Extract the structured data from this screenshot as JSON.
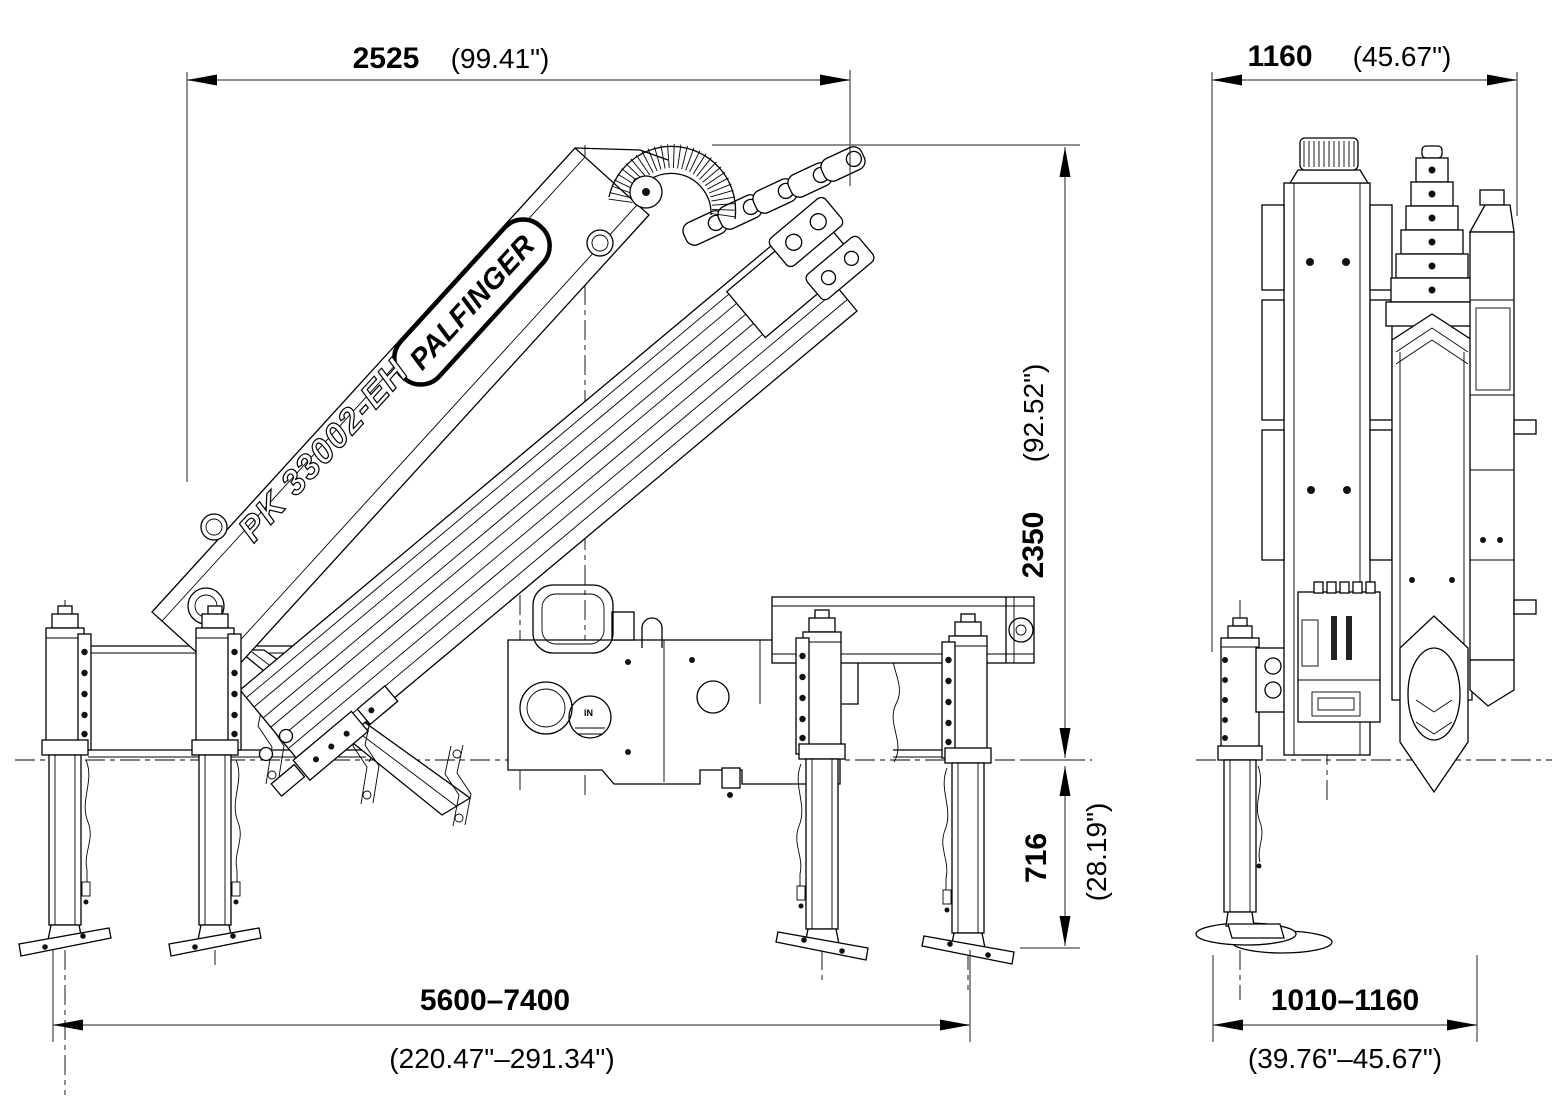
{
  "drawing": {
    "brand_logo": "PALFINGER",
    "model": "PK 33002-EH",
    "port_label": "IN",
    "dims": {
      "boom_overhang": {
        "mm": "2525",
        "in": "(99.41\")"
      },
      "rear_width": {
        "mm": "1160",
        "in": "(45.67\")"
      },
      "height_above_frame": {
        "mm": "2350",
        "in": "(92.52\")"
      },
      "frame_to_ground": {
        "mm": "716",
        "in": "(28.19\")"
      },
      "outrigger_spread_side": {
        "mm": "5600–7400",
        "in": "(220.47\"–291.34\")"
      },
      "outrigger_spread_rear": {
        "mm": "1010–1160",
        "in": "(39.76\"–45.67\")"
      }
    }
  }
}
